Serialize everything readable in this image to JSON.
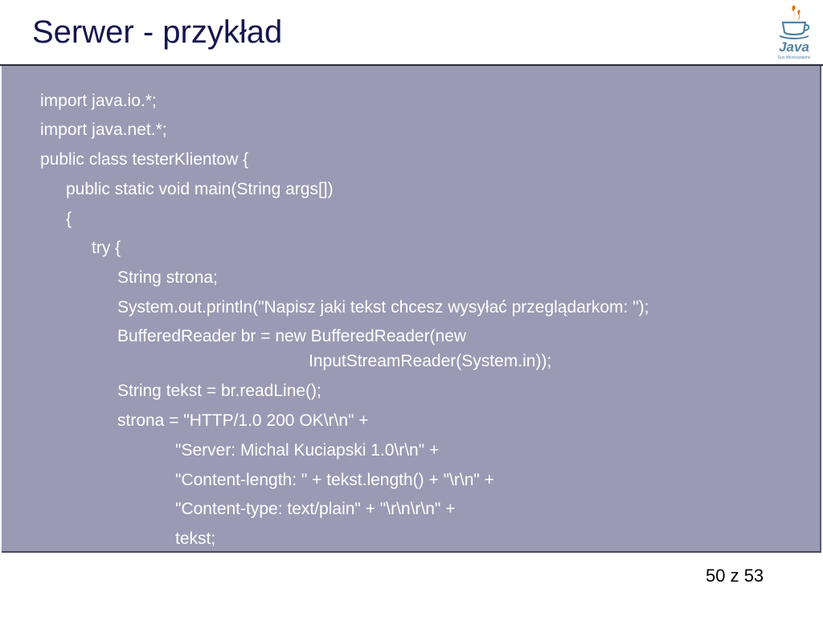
{
  "slide": {
    "title": "Serwer - przykład",
    "logo_label": "Java",
    "logo_subtext": "Sun Microsystems",
    "code_lines": [
      "import java.io.*;",
      "import java.net.*;",
      "public class testerKlientow {",
      "public static void main(String args[])",
      "{",
      "try  {",
      "String strona;",
      "System.out.println(\"Napisz jaki tekst chcesz wysyłać przeglądarkom: \");",
      "BufferedReader br = new BufferedReader(new",
      "InputStreamReader(System.in));",
      "String tekst = br.readLine();",
      "strona = \"HTTP/1.0 200 OK\\r\\n\" +",
      "\"Server: Michal Kuciapski 1.0\\r\\n\" +",
      "\"Content-length: \" + tekst.length() + \"\\r\\n\" +",
      "\"Content-type: text/plain\" + \"\\r\\n\\r\\n\" +",
      "tekst;"
    ],
    "page_indicator": "50 z 53"
  },
  "colors": {
    "title": "#16164e",
    "code_background": "#9a9ab4",
    "code_text": "#ffffff",
    "java_blue": "#5382a1",
    "java_orange": "#e76f00"
  },
  "icons": {
    "logo": "java-coffee-cup-icon"
  }
}
